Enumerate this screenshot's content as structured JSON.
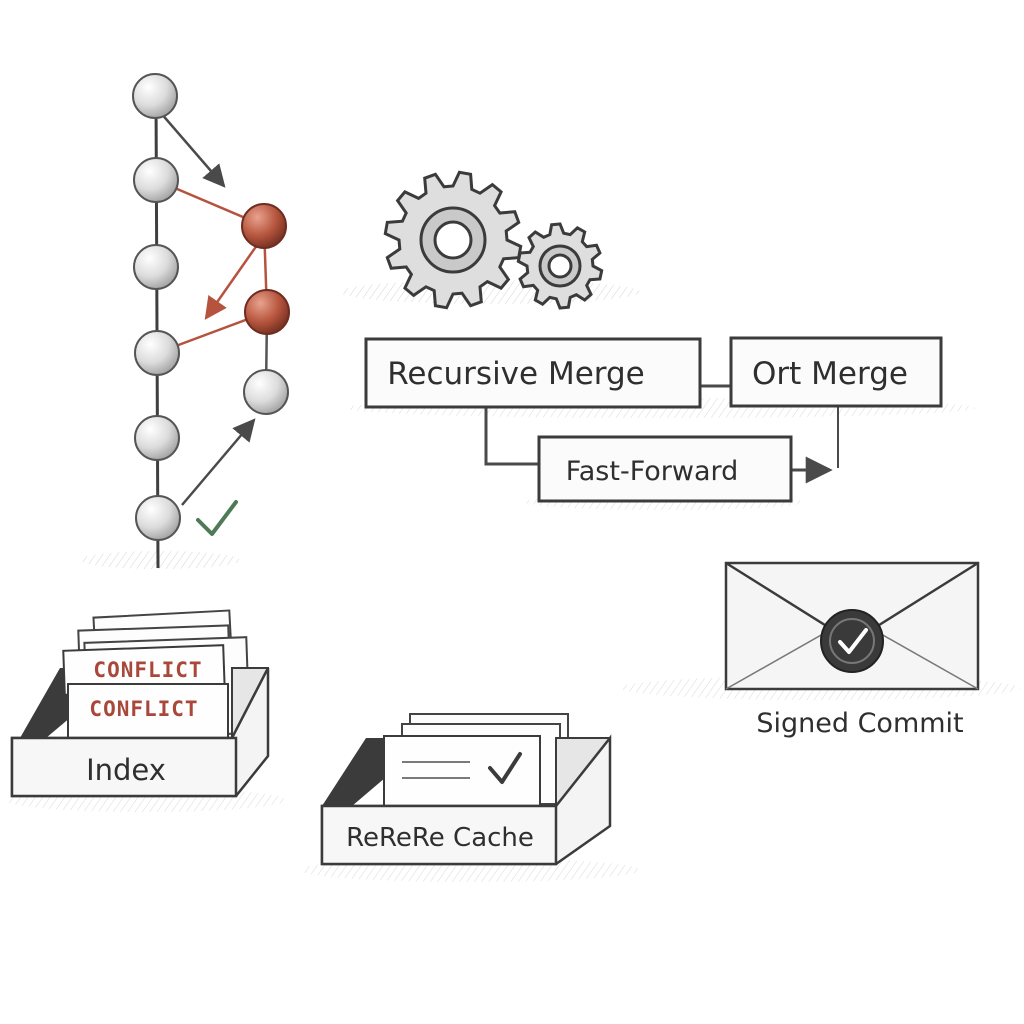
{
  "colors": {
    "ink": "#3b3b3b",
    "node_fill": "#e4e4e4",
    "branch_red": "#b5533f",
    "check_green": "#4f7a57",
    "stamp_red": "#a9483a",
    "seal": "#3a3a3a"
  },
  "strategies": {
    "recursive": "Recursive Merge",
    "ort": "Ort Merge",
    "fast_forward": "Fast-Forward"
  },
  "index": {
    "label": "Index",
    "cards": [
      "CONFLICT",
      "CONFLICT"
    ]
  },
  "rerere": {
    "label": "ReReRe Cache"
  },
  "signed": {
    "label": "Signed Commit"
  },
  "icons": {
    "gears": "gear-icon",
    "check": "check-icon",
    "seal": "wax-seal-icon",
    "envelope": "envelope-icon"
  }
}
